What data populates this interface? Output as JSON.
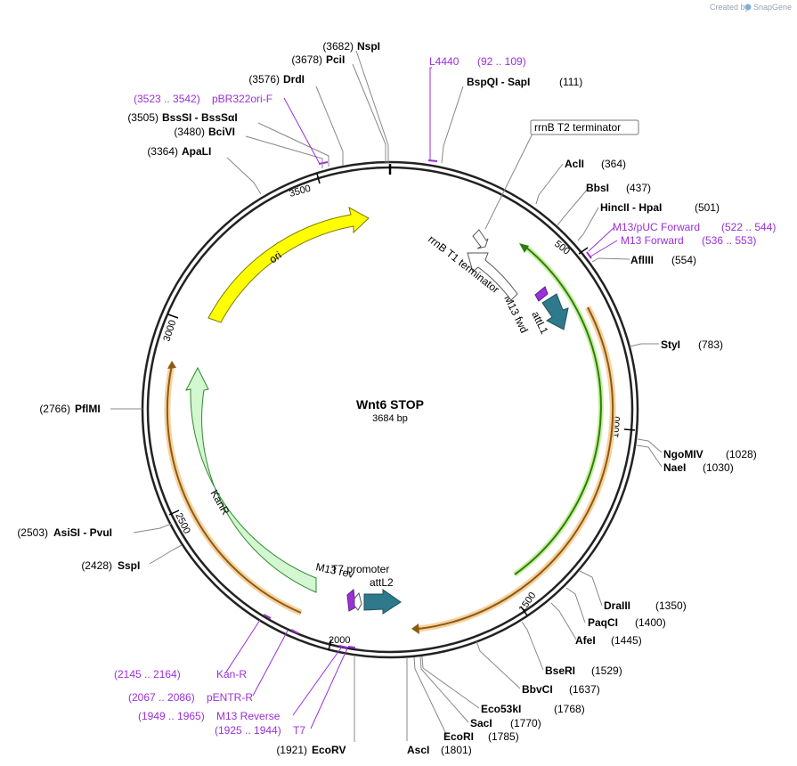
{
  "credit": {
    "prefix": "Created by",
    "brand": "SnapGene"
  },
  "plasmid": {
    "name": "Wnt6 STOP",
    "length_label": "3684 bp",
    "length": 3684
  },
  "ticks": [
    "500",
    "1000",
    "1500",
    "2000",
    "2500",
    "3000",
    "3500"
  ],
  "sites": [
    {
      "name": "NspI",
      "pos": "(3682)"
    },
    {
      "name": "PciI",
      "pos": "(3678)"
    },
    {
      "name": "DrdI",
      "pos": "(3576)"
    },
    {
      "name": "BssSI  - BssSαI",
      "pos": "(3505)"
    },
    {
      "name": "BciVI",
      "pos": "(3480)"
    },
    {
      "name": "ApaLI",
      "pos": "(3364)"
    },
    {
      "name": "BspQI  - SapI",
      "pos": "(111)"
    },
    {
      "name": "AclI",
      "pos": "(364)"
    },
    {
      "name": "BbsI",
      "pos": "(437)"
    },
    {
      "name": "HincII  - HpaI",
      "pos": "(501)"
    },
    {
      "name": "AflIII",
      "pos": "(554)"
    },
    {
      "name": "StyI",
      "pos": "(783)"
    },
    {
      "name": "NgoMIV",
      "pos": "(1028)"
    },
    {
      "name": "NaeI",
      "pos": "(1030)"
    },
    {
      "name": "DraIII",
      "pos": "(1350)"
    },
    {
      "name": "PaqCI",
      "pos": "(1400)"
    },
    {
      "name": "AfeI",
      "pos": "(1445)"
    },
    {
      "name": "BseRI",
      "pos": "(1529)"
    },
    {
      "name": "BbvCI",
      "pos": "(1637)"
    },
    {
      "name": "Eco53kI",
      "pos": "(1768)"
    },
    {
      "name": "SacI",
      "pos": "(1770)"
    },
    {
      "name": "EcoRI",
      "pos": "(1785)"
    },
    {
      "name": "AscI",
      "pos": "(1801)"
    },
    {
      "name": "EcoRV",
      "pos": "(1921)"
    },
    {
      "name": "PflMI",
      "pos": "(2766)"
    },
    {
      "name": "AsiSI  - PvuI",
      "pos": "(2503)"
    },
    {
      "name": "SspI",
      "pos": "(2428)"
    }
  ],
  "primers": [
    {
      "name": "L4440",
      "range": "(92 .. 109)"
    },
    {
      "name": "pBR322ori-F",
      "range": "(3523 .. 3542)"
    },
    {
      "name": "M13/pUC Forward",
      "range": "(522 .. 544)"
    },
    {
      "name": "M13 Forward",
      "range": "(536 .. 553)"
    },
    {
      "name": "Kan-R",
      "range": "(2145 .. 2164)"
    },
    {
      "name": "pENTR-R",
      "range": "(2067 .. 2086)"
    },
    {
      "name": "M13 Reverse",
      "range": "(1949 .. 1965)"
    },
    {
      "name": "T7",
      "range": "(1925 .. 1944)"
    }
  ],
  "features": [
    {
      "name": "rrnB T2 terminator"
    },
    {
      "name": "rrnB T1 terminator"
    },
    {
      "name": "M13 fwd"
    },
    {
      "name": "attL1"
    },
    {
      "name": "ori"
    },
    {
      "name": "KanR"
    },
    {
      "name": "T7 promoter"
    },
    {
      "name": "M13 rev"
    },
    {
      "name": "attL2"
    }
  ],
  "colors": {
    "backbone": "#222222",
    "ori": "#ffff00",
    "kanr": "#c8f7c8",
    "insert": "#e8a33a",
    "wnt6": "#55a020",
    "att": "#2e7a8c",
    "primer": "#9b30d9",
    "terminator": "#ffffff"
  }
}
